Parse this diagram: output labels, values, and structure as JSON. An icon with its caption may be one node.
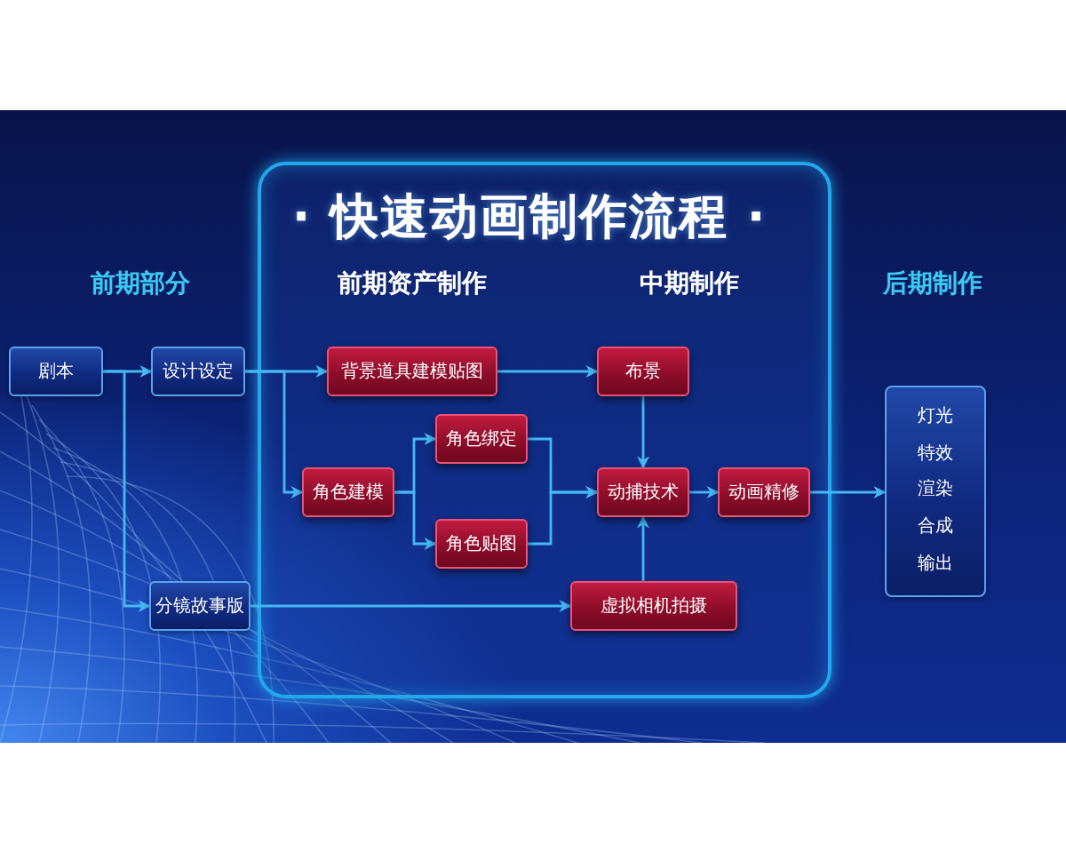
{
  "diagram": {
    "title": "· 快速动画制作流程 ·",
    "nodes": [
      {
        "text": [],
        "shape": "box"
      },
      {
        "text": [
          "剧本"
        ]
      },
      {
        "text": [
          "设计设定"
        ]
      },
      {
        "text": [
          "背景道具建模贴图"
        ],
        "in": 0
      },
      {
        "text": [
          "布景"
        ],
        "in": 0
      },
      {
        "text": [
          "角色绑定"
        ],
        "in": 0
      },
      {
        "text": [
          "角色建模"
        ],
        "in": 0
      },
      {
        "text": [
          "动捕技术"
        ],
        "in": 0
      },
      {
        "text": [
          "动画精修"
        ],
        "in": 0
      },
      {
        "text": [
          "角色贴图"
        ],
        "in": 0
      },
      {
        "text": [
          "分镜故事版"
        ]
      },
      {
        "text": [
          "虚拟相机拍摄"
        ],
        "in": 0
      },
      {
        "text": [
          "灯光",
          "特效",
          "渲染",
          "合成",
          "输出"
        ]
      }
    ],
    "edges": [
      {
        "from": 1,
        "to": 2,
        "arrow": "to"
      },
      {
        "from": 1,
        "to": 10,
        "arrow": "to"
      },
      {
        "from": 2,
        "to": 3,
        "arrow": "to"
      },
      {
        "from": 2,
        "to": 6,
        "arrow": "to"
      },
      {
        "from": 3,
        "to": 4,
        "arrow": "to"
      },
      {
        "from": 4,
        "to": 7,
        "arrow": "to"
      },
      {
        "from": 6,
        "to": 5,
        "arrow": "to"
      },
      {
        "from": 6,
        "to": 9,
        "arrow": "to"
      },
      {
        "from": 5,
        "to": 7,
        "arrow": "to"
      },
      {
        "from": 9,
        "to": 7,
        "arrow": "to"
      },
      {
        "from": 10,
        "to": 11,
        "arrow": "to"
      },
      {
        "from": 11,
        "to": 7,
        "arrow": "to"
      },
      {
        "from": 7,
        "to": 8,
        "arrow": "to"
      },
      {
        "from": 8,
        "to": 12,
        "arrow": "to"
      }
    ],
    "labels": [
      "前期部分",
      "前期资产制作",
      "中期制作",
      "后期制作"
    ]
  }
}
